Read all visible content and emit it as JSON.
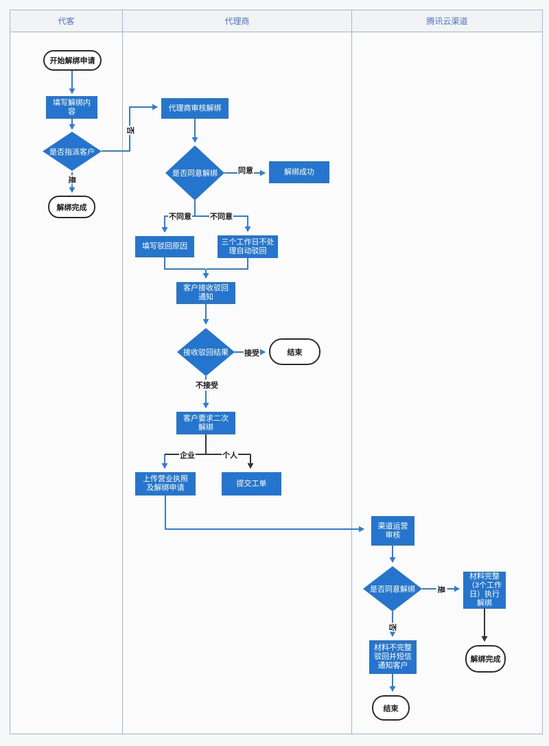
{
  "lanes": {
    "customer": "代客",
    "agent": "代理商",
    "channel": "腾讯云渠道"
  },
  "nodes": {
    "start": "开始解绑申请",
    "fill_content": "填写解绑内容",
    "assign_decision": "是否指派客户",
    "unbind_done_1": "解绑完成",
    "agent_review": "代理商审核解绑",
    "agree_decision_1": "是否同意解绑",
    "unbind_success": "解绑成功",
    "fill_reject_reason": "填写驳回原因",
    "auto_reject": "三个工作日不处理自动驳回",
    "receive_reject_notice": "客户接收驳回通知",
    "reject_result_decision": "接收驳回结果",
    "end_1": "结束",
    "second_unbind_request": "客户要求二次解绑",
    "upload_license": "上传营业执照及解绑申请",
    "submit_ticket": "提交工单",
    "channel_review": "渠道运营审核",
    "agree_decision_2": "是否同意解绑",
    "material_complete": "材料完整（3个工作日）执行解绑",
    "material_incomplete": "材料不完整驳回并短信通知客户",
    "end_2": "结束",
    "unbind_done_2": "解绑完成"
  },
  "edge_labels": {
    "no_1": "否",
    "yes_1": "是",
    "agree": "同意",
    "disagree_left": "不同意",
    "disagree_right": "不同意",
    "accept": "接受",
    "not_accept": "不接受",
    "enterprise": "企业",
    "personal": "个人",
    "yes_2": "是",
    "no_2": "否"
  },
  "colors": {
    "shape_fill": "#2575cf",
    "connector_blue": "#2b7de0",
    "connector_black": "#333333",
    "lane_border": "#9db6de",
    "header_text": "#4a74c8",
    "header_bg": "#f2f3f5"
  }
}
